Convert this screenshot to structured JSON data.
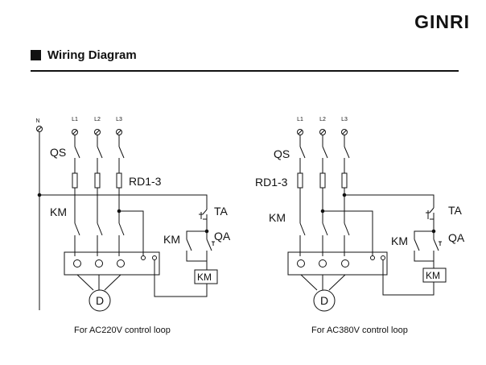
{
  "header": {
    "brand": "GINRI",
    "section_title": "Wiring Diagram"
  },
  "diagram_left": {
    "terminals": [
      "N",
      "L1",
      "L2",
      "L3"
    ],
    "labels": {
      "switch": "QS",
      "fuse": "RD1-3",
      "contactor": "KM",
      "stop_button": "TA",
      "aux_contact": "KM",
      "start_button": "QA",
      "coil": "KM",
      "motor": "D"
    },
    "caption": "For AC220V control loop"
  },
  "diagram_right": {
    "terminals": [
      "L1",
      "L2",
      "L3"
    ],
    "labels": {
      "switch": "QS",
      "fuse": "RD1-3",
      "contactor": "KM",
      "stop_button": "TA",
      "aux_contact": "KM",
      "start_button": "QA",
      "coil": "KM",
      "motor": "D"
    },
    "caption": "For AC380V control loop"
  }
}
